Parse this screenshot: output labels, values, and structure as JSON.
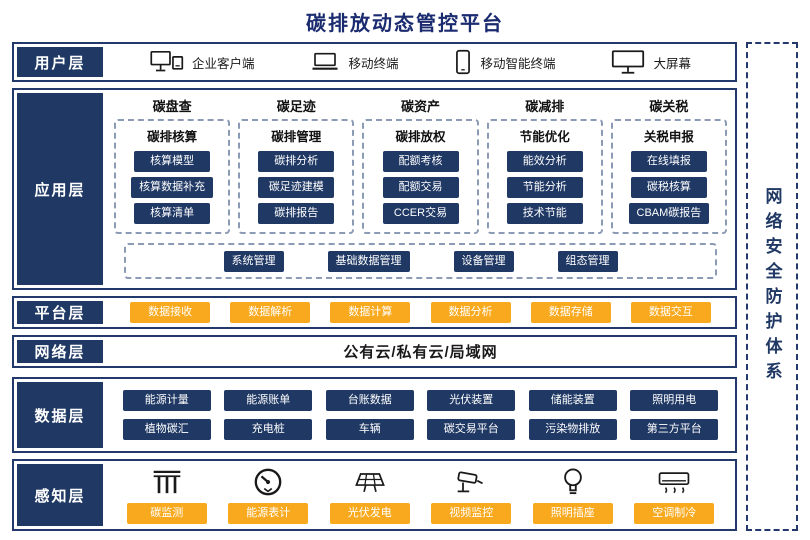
{
  "title": "碳排放动态管控平台",
  "security_banner": "网络安全防护体系",
  "colors": {
    "navy": "#1f3864",
    "border_navy": "#24396b",
    "yellow": "#f8a91d",
    "title_blue": "#1b2b6f",
    "dashed_gray": "#8c9bb5"
  },
  "user_layer": {
    "label": "用户层",
    "items": [
      {
        "icon": "desktop-client-icon",
        "label": "企业客户端"
      },
      {
        "icon": "laptop-icon",
        "label": "移动终端"
      },
      {
        "icon": "smartphone-icon",
        "label": "移动智能终端"
      },
      {
        "icon": "big-screen-icon",
        "label": "大屏幕"
      }
    ]
  },
  "app_layer": {
    "label": "应用层",
    "columns": [
      {
        "category": "碳盘查",
        "group": "碳排核算",
        "items": [
          "核算模型",
          "核算数据补充",
          "核算清单"
        ]
      },
      {
        "category": "碳足迹",
        "group": "碳排管理",
        "items": [
          "碳排分析",
          "碳足迹建模",
          "碳排报告"
        ]
      },
      {
        "category": "碳资产",
        "group": "碳排放权",
        "items": [
          "配额考核",
          "配额交易",
          "CCER交易"
        ]
      },
      {
        "category": "碳减排",
        "group": "节能优化",
        "items": [
          "能效分析",
          "节能分析",
          "技术节能"
        ]
      },
      {
        "category": "碳关税",
        "group": "关税申报",
        "items": [
          "在线填报",
          "碳税核算",
          "CBAM碳报告"
        ]
      }
    ],
    "management_items": [
      "系统管理",
      "基础数据管理",
      "设备管理",
      "组态管理"
    ]
  },
  "platform_layer": {
    "label": "平台层",
    "items": [
      "数据接收",
      "数据解析",
      "数据计算",
      "数据分析",
      "数据存储",
      "数据交互"
    ]
  },
  "network_layer": {
    "label": "网络层",
    "text": "公有云/私有云/局域网"
  },
  "data_layer": {
    "label": "数据层",
    "rows": [
      [
        "能源计量",
        "能源账单",
        "台账数据",
        "光伏装置",
        "储能装置",
        "照明用电"
      ],
      [
        "植物碳汇",
        "充电桩",
        "车辆",
        "碳交易平台",
        "污染物排放",
        "第三方平台"
      ]
    ]
  },
  "perception_layer": {
    "label": "感知层",
    "items": [
      {
        "icon": "gate-monitor-icon",
        "label": "碳监测"
      },
      {
        "icon": "meter-gauge-icon",
        "label": "能源表计"
      },
      {
        "icon": "solar-panel-icon",
        "label": "光伏发电"
      },
      {
        "icon": "cctv-camera-icon",
        "label": "视频监控"
      },
      {
        "icon": "light-bulb-icon",
        "label": "照明插座"
      },
      {
        "icon": "air-conditioner-icon",
        "label": "空调制冷"
      }
    ]
  }
}
